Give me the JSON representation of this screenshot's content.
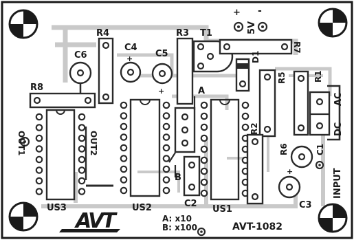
{
  "board": {
    "code": "AVT-1082",
    "logo_text": "AVT",
    "scale_a": "A:  x10",
    "scale_b": "B:  x100"
  },
  "labels": {
    "r1": "R1",
    "r2": "R2",
    "r3": "R3",
    "r4": "R4",
    "r5": "R5",
    "r6": "R6",
    "r7": "R7",
    "r8": "R8",
    "c1": "C1",
    "c2": "C2",
    "c3": "C3",
    "c4": "C4",
    "c5": "C5",
    "c6": "C6",
    "t1": "T1",
    "d1": "D1",
    "us1": "US1",
    "us2": "US2",
    "us3": "US3",
    "out1": "OUT1",
    "out2": "OUT2",
    "input": "INPUT",
    "supply": "5V",
    "plus": "+",
    "minus": "-",
    "jumper_a": "A",
    "jumper_b": "B",
    "dc": "DC",
    "ac": "AC"
  }
}
